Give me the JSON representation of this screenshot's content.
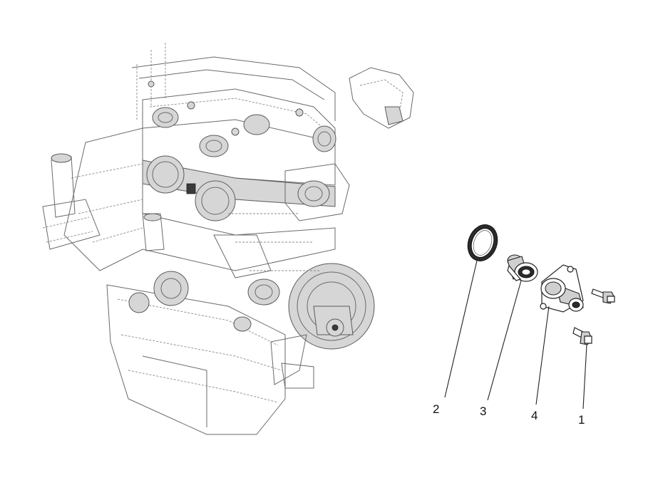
{
  "callouts": {
    "c1": "1",
    "c2": "2",
    "c3": "3",
    "c4": "4"
  },
  "parts": [
    {
      "ref": "1",
      "icon": "flange-bolt-icon"
    },
    {
      "ref": "2",
      "icon": "o-ring-gasket-icon"
    },
    {
      "ref": "3",
      "icon": "thermostat-icon"
    },
    {
      "ref": "4",
      "icon": "thermostat-housing-icon"
    }
  ],
  "colors": {
    "line_art": "#222222",
    "engine_shading": "#d6d6d6",
    "background": "#ffffff"
  }
}
